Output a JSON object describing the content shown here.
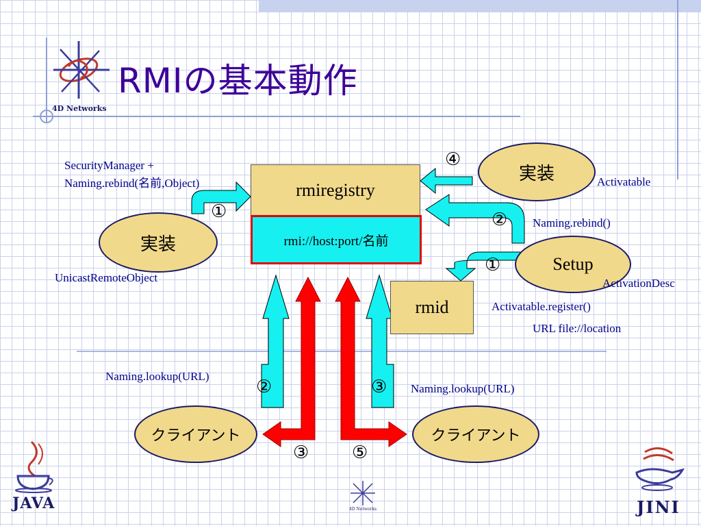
{
  "slide": {
    "title": "RMIの基本動作",
    "logo_text": "4D Networks",
    "footer_logo_text": "4D Networks",
    "java_text": "JAVA",
    "jini_text": "JINI"
  },
  "diagram": {
    "server_left": {
      "label": "実装",
      "note_line1": "SecurityManager +",
      "note_line2": "Naming.rebind(名前,Object)",
      "note_bottom": "UnicastRemoteObject",
      "step": "①"
    },
    "registry": {
      "label": "rmiregistry",
      "url": "rmi://host:port/名前"
    },
    "impl_right": {
      "label": "実装",
      "note": "Activatable",
      "step": "④"
    },
    "setup": {
      "label": "Setup",
      "note_rebind": "Naming.rebind()",
      "note_desc": "ActivationDesc",
      "note_register": "Activatable.register()",
      "note_url": "URL file://location",
      "step_rebind": "②",
      "step_register": "①"
    },
    "rmid": {
      "label": "rmid"
    },
    "client_left": {
      "label": "クライアント",
      "note": "Naming.lookup(URL)",
      "step_lookup": "②",
      "step_call": "③"
    },
    "client_right": {
      "label": "クライアント",
      "note": "Naming.lookup(URL)",
      "step_lookup": "③",
      "step_call": "⑤"
    }
  },
  "colors": {
    "title": "#3d0099",
    "ellipse_fill": "#f1d98b",
    "cyan_arrow": "#17f0f0",
    "red_arrow": "#ff0000",
    "label_text": "#00008b"
  }
}
